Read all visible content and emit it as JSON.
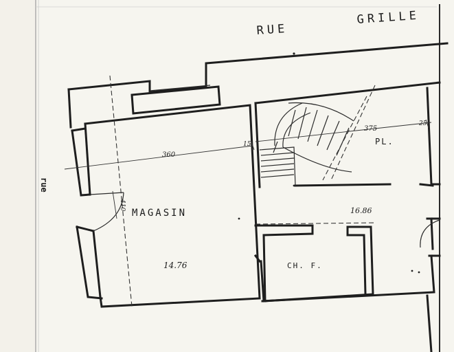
{
  "plan": {
    "street_top": "RUE",
    "street_top_name": "GRILLE",
    "street_left": "rue",
    "rooms": {
      "shop": "MAGASIN",
      "shop_area": "14.76",
      "landing": "PL.",
      "landing_area": "16.86",
      "fireplace_room": "CH. F."
    },
    "dimensions": {
      "width_left": "360",
      "width_right": "375",
      "wall_thickness_mid": "15",
      "wall_thickness_right": "25",
      "depth_left": "410"
    }
  }
}
